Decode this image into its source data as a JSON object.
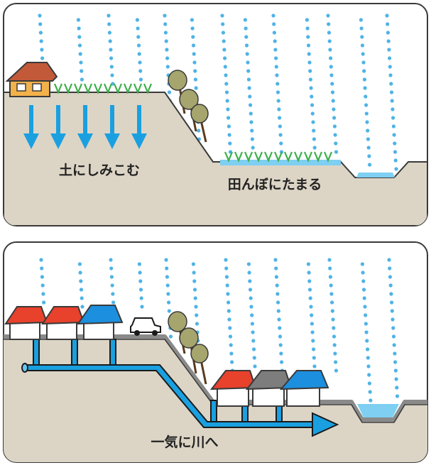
{
  "panels": [
    {
      "id": "natural",
      "labels": {
        "soil_absorb": "土にしみこむ",
        "rice_paddy": "田んぼにたまる"
      }
    },
    {
      "id": "urban",
      "labels": {
        "to_river": "一気に川へ"
      }
    }
  ],
  "colors": {
    "rain": "#4fb3e6",
    "ground": "#dcd5c6",
    "water": "#7ecff2",
    "pipe": "#1aa0e0",
    "arrow": "#1aa0e0",
    "grass": "#3cb04a",
    "roof_red": "#e8412c",
    "roof_blue": "#1c8fde",
    "roof_gray": "#7d7d7d",
    "house_orange": "#f3b14a",
    "outline": "#3a3a3a",
    "road": "#8a8a8a"
  },
  "icons": [
    "rain-drop-icon",
    "house-icon",
    "car-icon",
    "tree-icon",
    "grass-icon",
    "down-arrow-icon",
    "pipe-icon"
  ]
}
